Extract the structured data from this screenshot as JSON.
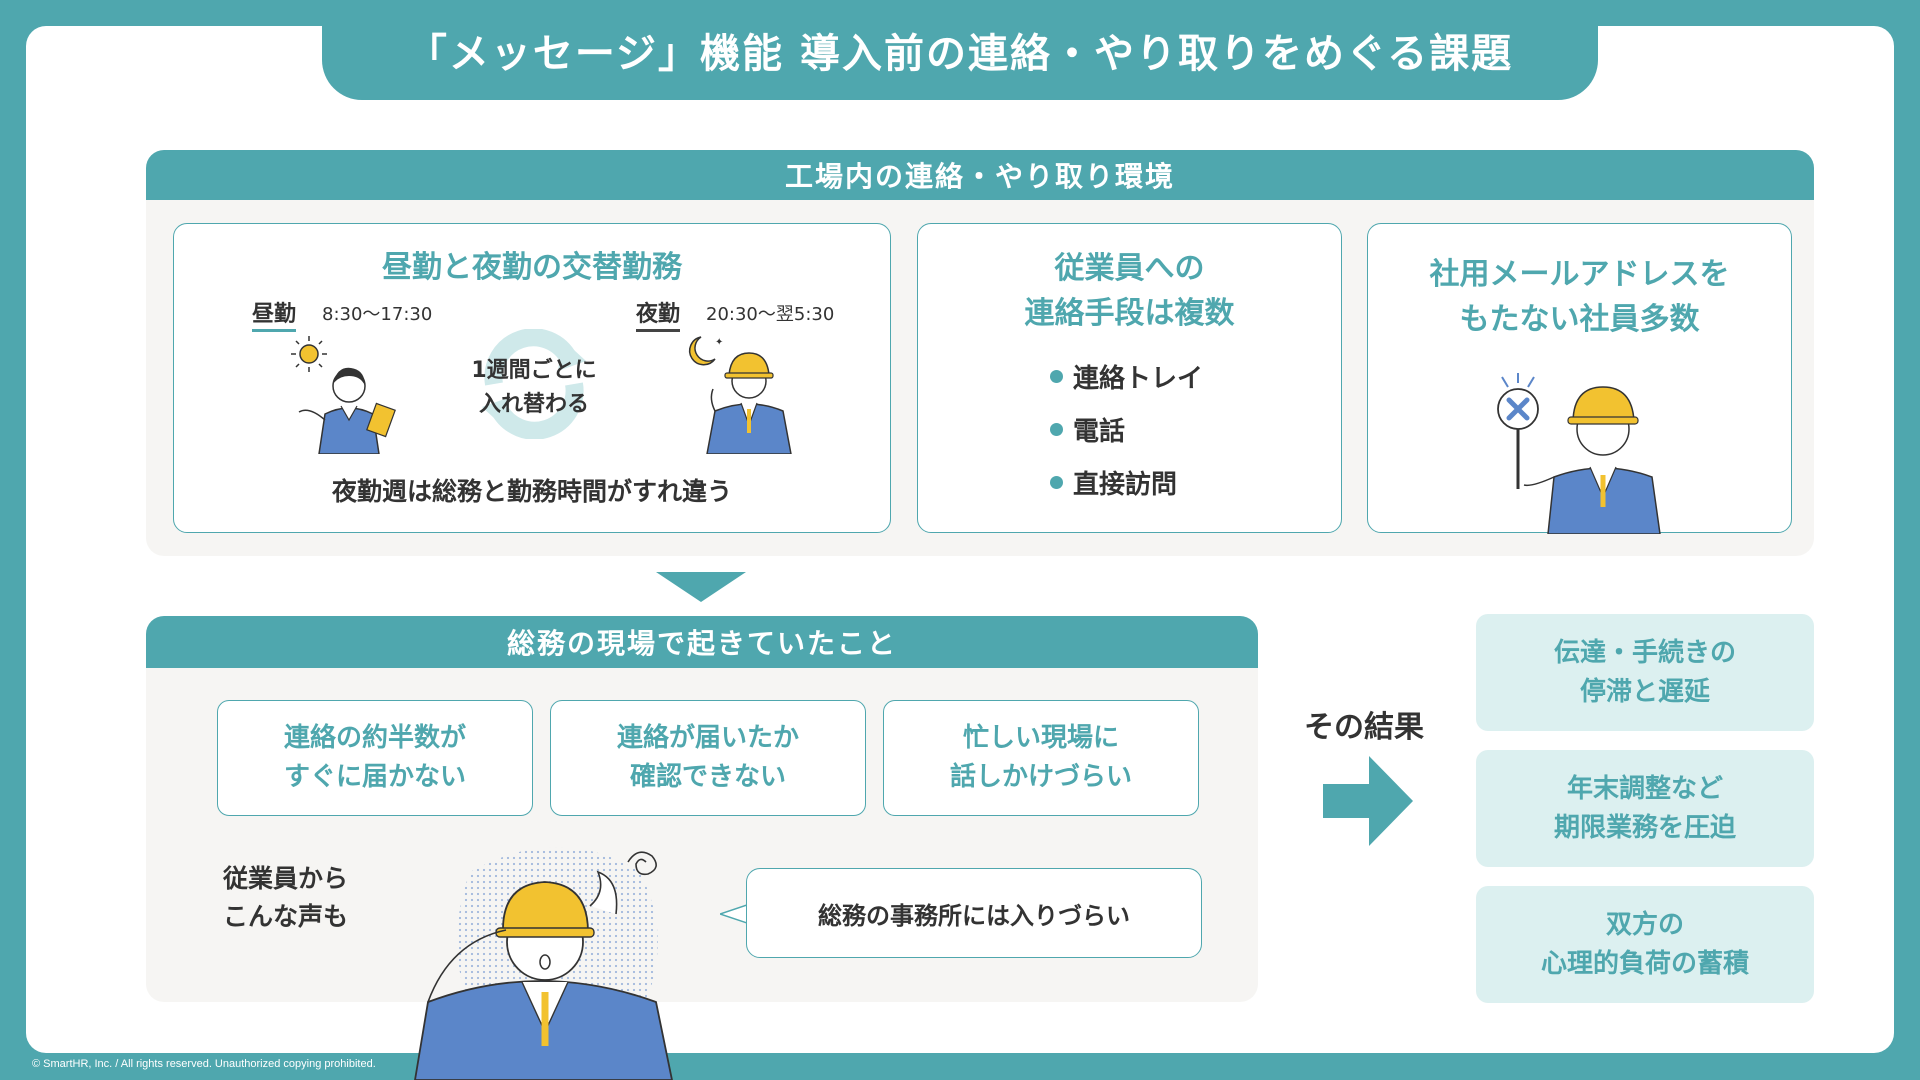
{
  "title": "「メッセージ」機能 導入前の連絡・やり取りをめぐる課題",
  "environment": {
    "heading": "工場内の連絡・やり取り環境",
    "shift": {
      "title": "昼勤と夜勤の交替勤務",
      "day_label": "昼勤",
      "day_time": "8:30〜17:30",
      "night_label": "夜勤",
      "night_time": "20:30〜翌5:30",
      "rotate_line1": "1週間ごとに",
      "rotate_line2": "入れ替わる",
      "note": "夜勤週は総務と勤務時間がすれ違う"
    },
    "methods": {
      "title_line1": "従業員への",
      "title_line2": "連絡手段は複数",
      "items": [
        "連絡トレイ",
        "電話",
        "直接訪問"
      ]
    },
    "email": {
      "title_line1": "社用メールアドレスを",
      "title_line2": "もたない社員多数"
    }
  },
  "happening": {
    "heading": "総務の現場で起きていたこと",
    "issues": [
      {
        "line1": "連絡の約半数が",
        "line2": "すぐに届かない"
      },
      {
        "line1": "連絡が届いたか",
        "line2": "確認できない"
      },
      {
        "line1": "忙しい現場に",
        "line2": "話しかけづらい"
      }
    ],
    "voice_line1": "従業員から",
    "voice_line2": "こんな声も",
    "speech": "総務の事務所には入りづらい"
  },
  "result": {
    "label": "その結果",
    "items": [
      {
        "line1": "伝達・手続きの",
        "line2": "停滞と遅延"
      },
      {
        "line1": "年末調整など",
        "line2": "期限業務を圧迫"
      },
      {
        "line1": "双方の",
        "line2": "心理的負荷の蓄積"
      }
    ]
  },
  "copyright": "© SmartHR, Inc. / All rights reserved. Unauthorized copying prohibited.",
  "colors": {
    "teal": "#4fa7ae",
    "light_teal": "#dcf0f0",
    "gray_panel": "#f6f5f3",
    "helmet": "#f2c230",
    "uniform": "#5b86c9"
  }
}
